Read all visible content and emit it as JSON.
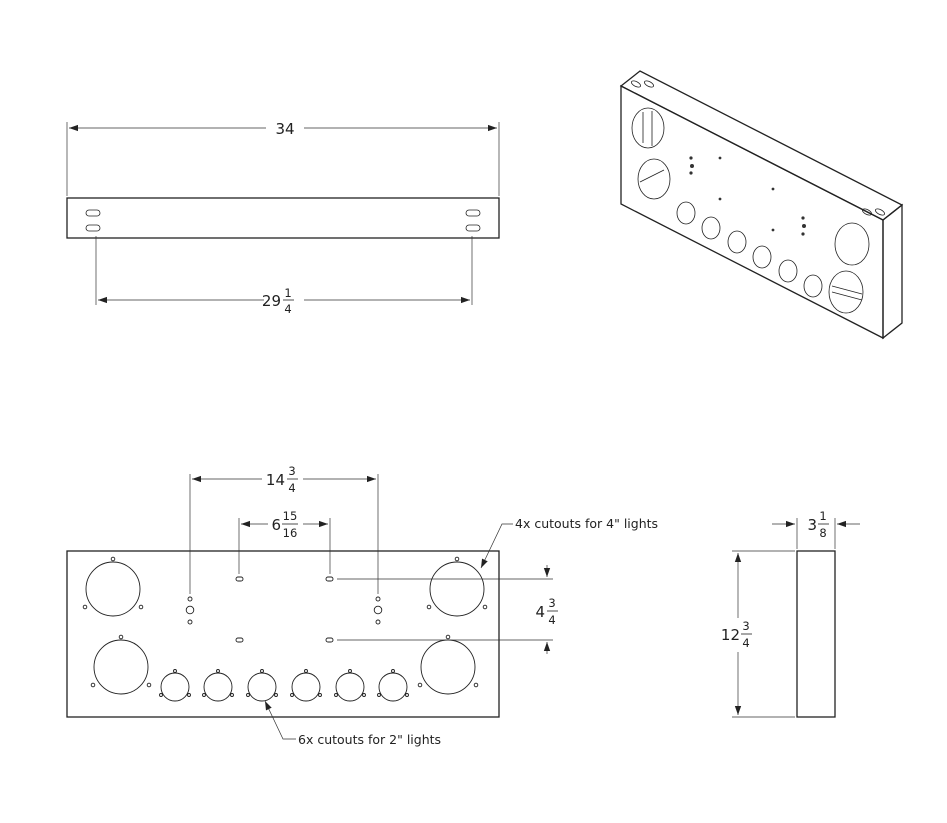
{
  "top_view": {
    "overall_width": "34",
    "mount_spacing_whole": "29",
    "mount_spacing_num": "1",
    "mount_spacing_den": "4"
  },
  "front_view": {
    "outer_spacing_whole": "14",
    "outer_spacing_num": "3",
    "outer_spacing_den": "4",
    "inner_spacing_whole": "6",
    "inner_spacing_num": "15",
    "inner_spacing_den": "16",
    "vertical_spacing_whole": "4",
    "vertical_spacing_num": "3",
    "vertical_spacing_den": "4",
    "callout_4in": "4x cutouts for 4\" lights",
    "callout_2in": "6x cutouts for 2\" lights"
  },
  "side_view": {
    "depth_whole": "3",
    "depth_num": "1",
    "depth_den": "8",
    "height_whole": "12",
    "height_num": "3",
    "height_den": "4"
  }
}
